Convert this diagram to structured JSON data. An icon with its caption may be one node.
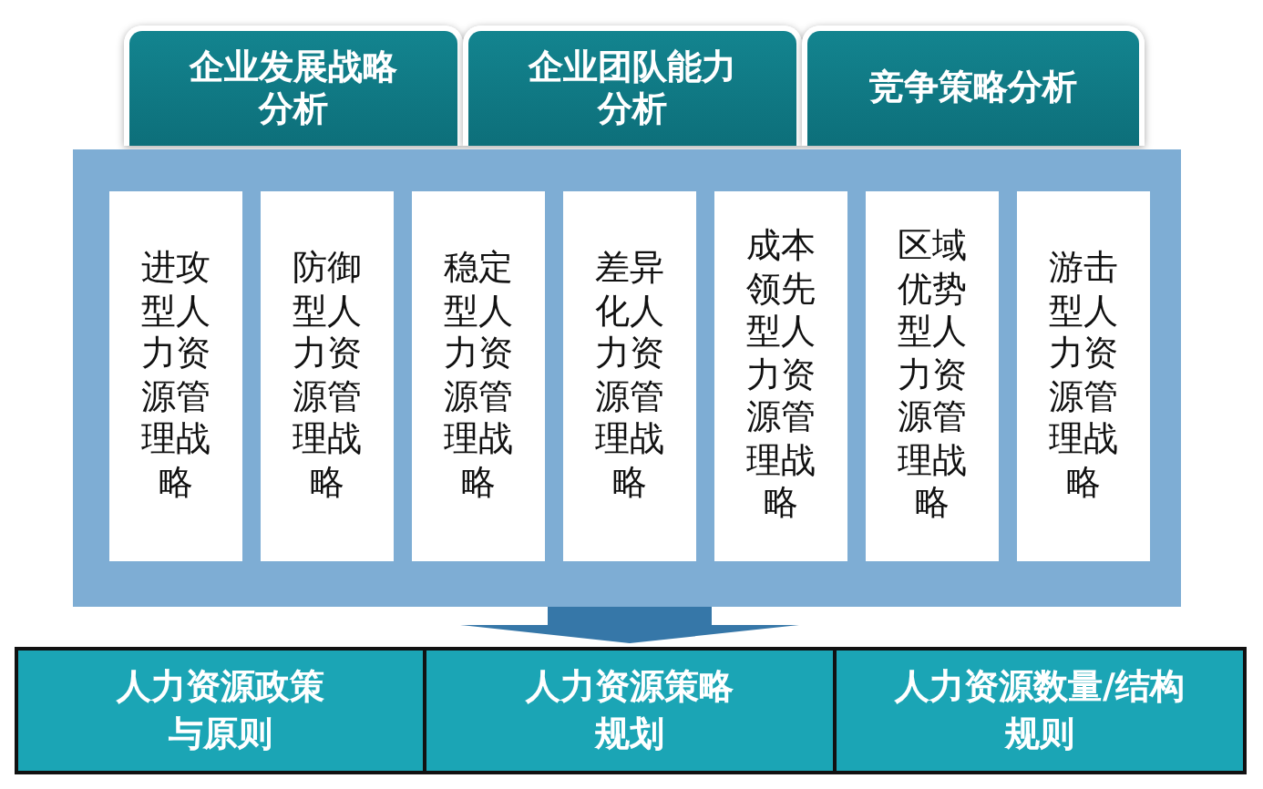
{
  "diagram": {
    "nodes": [
      {
        "text": [
          "企业发展战略分析"
        ]
      },
      {
        "text": [
          "企业团队能力分析"
        ]
      },
      {
        "text": [
          "竞争策略分析"
        ]
      },
      {
        "text": [],
        "shape": "box"
      },
      {
        "text": [
          "进攻型人力资源管理战略"
        ],
        "in": 3
      },
      {
        "text": [
          "防御型人力资源管理战略"
        ],
        "in": 3
      },
      {
        "text": [
          "稳定型人力资源管理战略"
        ],
        "in": 3
      },
      {
        "text": [
          "差异化人力资源管理战略"
        ],
        "in": 3
      },
      {
        "text": [
          "成本领先型人力资源管理战略"
        ],
        "in": 3
      },
      {
        "text": [
          "区域优势型人力资源管理战略"
        ],
        "in": 3
      },
      {
        "text": [
          "游击型人力资源管理战略"
        ],
        "in": 3
      },
      {
        "text": [
          "人力资源政策与原则"
        ]
      },
      {
        "text": [
          "人力资源策略规划"
        ]
      },
      {
        "text": [
          "人力资源数量/结构规则"
        ]
      }
    ],
    "edges": [
      {
        "from": 3,
        "to": 12,
        "arrow": "to"
      }
    ]
  }
}
